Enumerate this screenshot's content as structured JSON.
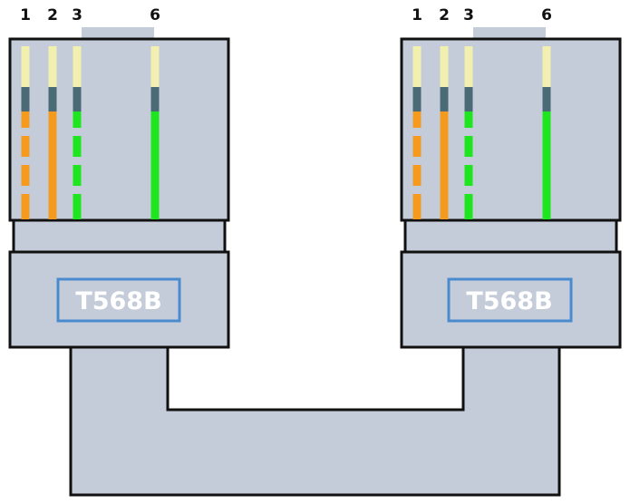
{
  "colors": {
    "plug_fill": "#c5ccd9",
    "plug_stroke": "#111111",
    "label_border": "#4a8bd0",
    "label_text": "#ffffff",
    "pin_tip": "#f2f0b0",
    "pin_band": "#4a6a76",
    "orange": "#f39a1f",
    "green": "#1ee61e"
  },
  "connectors": [
    {
      "side": "left",
      "standard": "T568B",
      "pins": [
        {
          "number": "1",
          "wire": "orange-white",
          "label": "1"
        },
        {
          "number": "2",
          "wire": "orange",
          "label": "2"
        },
        {
          "number": "3",
          "wire": "green-white",
          "label": "3"
        },
        {
          "number": "6",
          "wire": "green",
          "label": "6"
        }
      ]
    },
    {
      "side": "right",
      "standard": "T568B",
      "pins": [
        {
          "number": "1",
          "wire": "orange-white",
          "label": "1"
        },
        {
          "number": "2",
          "wire": "orange",
          "label": "2"
        },
        {
          "number": "3",
          "wire": "green-white",
          "label": "3"
        },
        {
          "number": "6",
          "wire": "green",
          "label": "6"
        }
      ]
    }
  ]
}
